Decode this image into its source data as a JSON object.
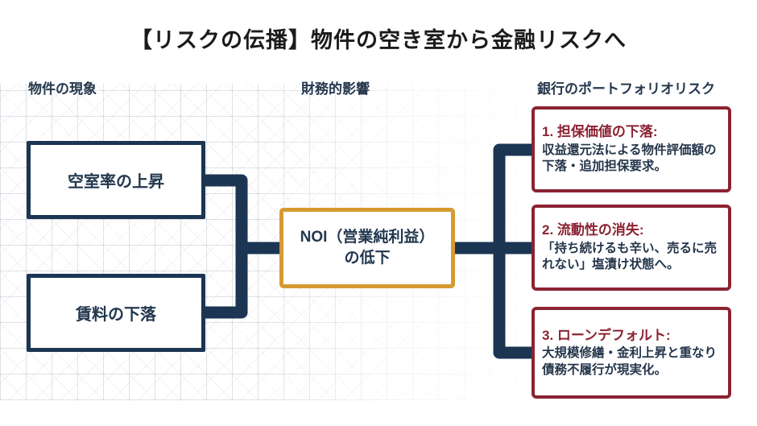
{
  "title": "【リスクの伝播】物件の空き室から金融リスクへ",
  "columns": {
    "left_header": "物件の現象",
    "middle_header": "財務的影響",
    "right_header": "銀行のポートフォリオリスク"
  },
  "left_boxes": [
    {
      "label": "空室率の上昇"
    },
    {
      "label": "賃料の下落"
    }
  ],
  "middle_box": {
    "line1": "NOI（営業純利益）",
    "line2": "の低下"
  },
  "risk_boxes": [
    {
      "title": "1. 担保価値の下落:",
      "body": "収益還元法による物件評価額の下落・追加担保要求。"
    },
    {
      "title": "2. 流動性の消失:",
      "body": "「持ち続けるも辛い、売るに売れない」塩漬け状態へ。"
    },
    {
      "title": "3. ローンデフォルト:",
      "body": "大規模修繕・金利上昇と重なり債務不履行が現実化。"
    }
  ],
  "colors": {
    "navy": "#1b3552",
    "dark_red": "#8b2332",
    "orange": "#d79a30",
    "body_text": "#24364b",
    "title_text": "#1b1b1b"
  }
}
